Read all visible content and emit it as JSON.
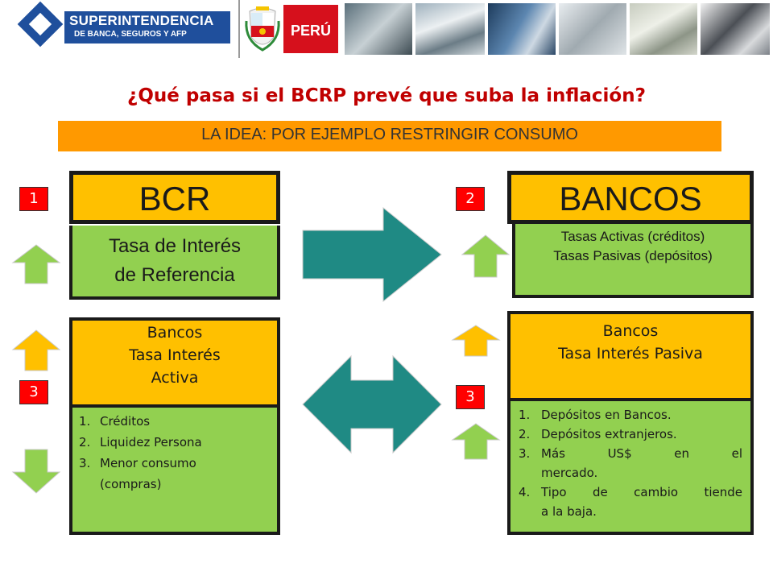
{
  "header": {
    "logo_title": "SUPERINTENDENCIA",
    "logo_subtitle": "DE BANCA, SEGUROS Y AFP",
    "country_label": "PERÚ"
  },
  "title": "¿Qué pasa si el BCRP prevé que suba la inflación?",
  "idea_banner": "LA IDEA: POR EJEMPLO RESTRINGIR CONSUMO",
  "badges": {
    "b1": "1",
    "b2": "2",
    "b3_left": "3",
    "b3_right": "3"
  },
  "bcr": {
    "header": "BCR",
    "rate_line1": "Tasa de Interés",
    "rate_line2": "de Referencia"
  },
  "bancos": {
    "header": "BANCOS",
    "rates_line1": "Tasas Activas (créditos)",
    "rates_line2": "Tasas Pasivas (depósitos)"
  },
  "left_lower": {
    "line1": "Bancos",
    "line2": "Tasa Interés",
    "line3": "Activa",
    "items": [
      {
        "num": "1.",
        "text": "Créditos"
      },
      {
        "num": "2.",
        "text": "Liquidez Persona"
      },
      {
        "num": "3.",
        "text": "Menor consumo"
      },
      {
        "num": "",
        "text": "(compras)"
      }
    ]
  },
  "right_lower": {
    "line1": "Bancos",
    "line2": "Tasa Interés Pasiva",
    "items": [
      {
        "num": "1.",
        "text": "Depósitos en Bancos."
      },
      {
        "num": "2.",
        "text": "Depósitos extranjeros."
      },
      {
        "num": "3.",
        "text": "Más US$ en el"
      },
      {
        "num": "",
        "text": "mercado."
      },
      {
        "num": "4.",
        "text": "Tipo de cambio tiende"
      },
      {
        "num": "",
        "text": "a la baja."
      }
    ]
  },
  "colors": {
    "title_red": "#c00000",
    "orange": "#ff9900",
    "yellow": "#ffc000",
    "green": "#92d050",
    "teal": "#1f8a84",
    "badge_red": "#ff0000"
  },
  "icons": {
    "up_arrow": "arrow-up-icon",
    "down_arrow": "arrow-down-icon",
    "right_arrow": "arrow-right-icon",
    "double_arrow": "arrow-left-right-icon"
  }
}
